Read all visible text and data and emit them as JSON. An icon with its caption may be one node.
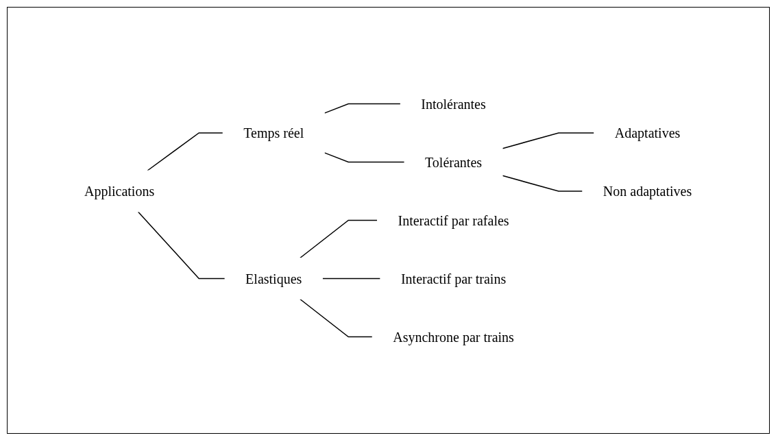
{
  "diagram": {
    "nodes": [
      {
        "text": [
          "Applications"
        ]
      },
      {
        "text": [
          "Temps réel"
        ]
      },
      {
        "text": [
          "Elastiques"
        ]
      },
      {
        "text": [
          "Intolérantes"
        ]
      },
      {
        "text": [
          "Tolérantes"
        ]
      },
      {
        "text": [
          "Adaptatives"
        ]
      },
      {
        "text": [
          "Non adaptatives"
        ]
      },
      {
        "text": [
          "Interactif par rafales"
        ]
      },
      {
        "text": [
          "Interactif par trains"
        ]
      },
      {
        "text": [
          "Asynchrone par trains"
        ]
      }
    ],
    "edges": [
      {
        "from": 0,
        "to": 1,
        "arrow": "none"
      },
      {
        "from": 0,
        "to": 2,
        "arrow": "none"
      },
      {
        "from": 1,
        "to": 3,
        "arrow": "none"
      },
      {
        "from": 1,
        "to": 4,
        "arrow": "none"
      },
      {
        "from": 4,
        "to": 5,
        "arrow": "none"
      },
      {
        "from": 4,
        "to": 6,
        "arrow": "none"
      },
      {
        "from": 2,
        "to": 7,
        "arrow": "none"
      },
      {
        "from": 2,
        "to": 8,
        "arrow": "none"
      },
      {
        "from": 2,
        "to": 9,
        "arrow": "none"
      }
    ]
  }
}
